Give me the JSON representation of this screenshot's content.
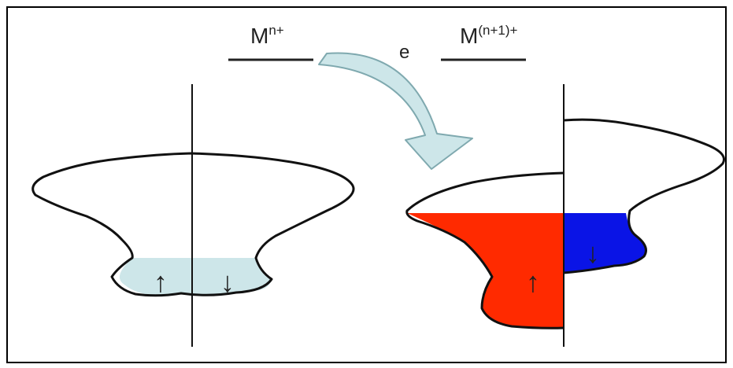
{
  "labels": {
    "left_state": "M",
    "left_state_sup": "n+",
    "right_state": "M",
    "right_state_sup": "(n+1)+",
    "transfer": "e"
  },
  "arrows": {
    "up": "↑",
    "down": "↓"
  },
  "colors": {
    "frame": "#000000",
    "outline": "#111111",
    "light_fill": "#cde6e9",
    "transfer_arrow_fill": "#cde6e9",
    "transfer_arrow_stroke": "#7fa9af",
    "spin_up_fill": "#ff2a00",
    "spin_down_fill": "#0a14e6"
  }
}
